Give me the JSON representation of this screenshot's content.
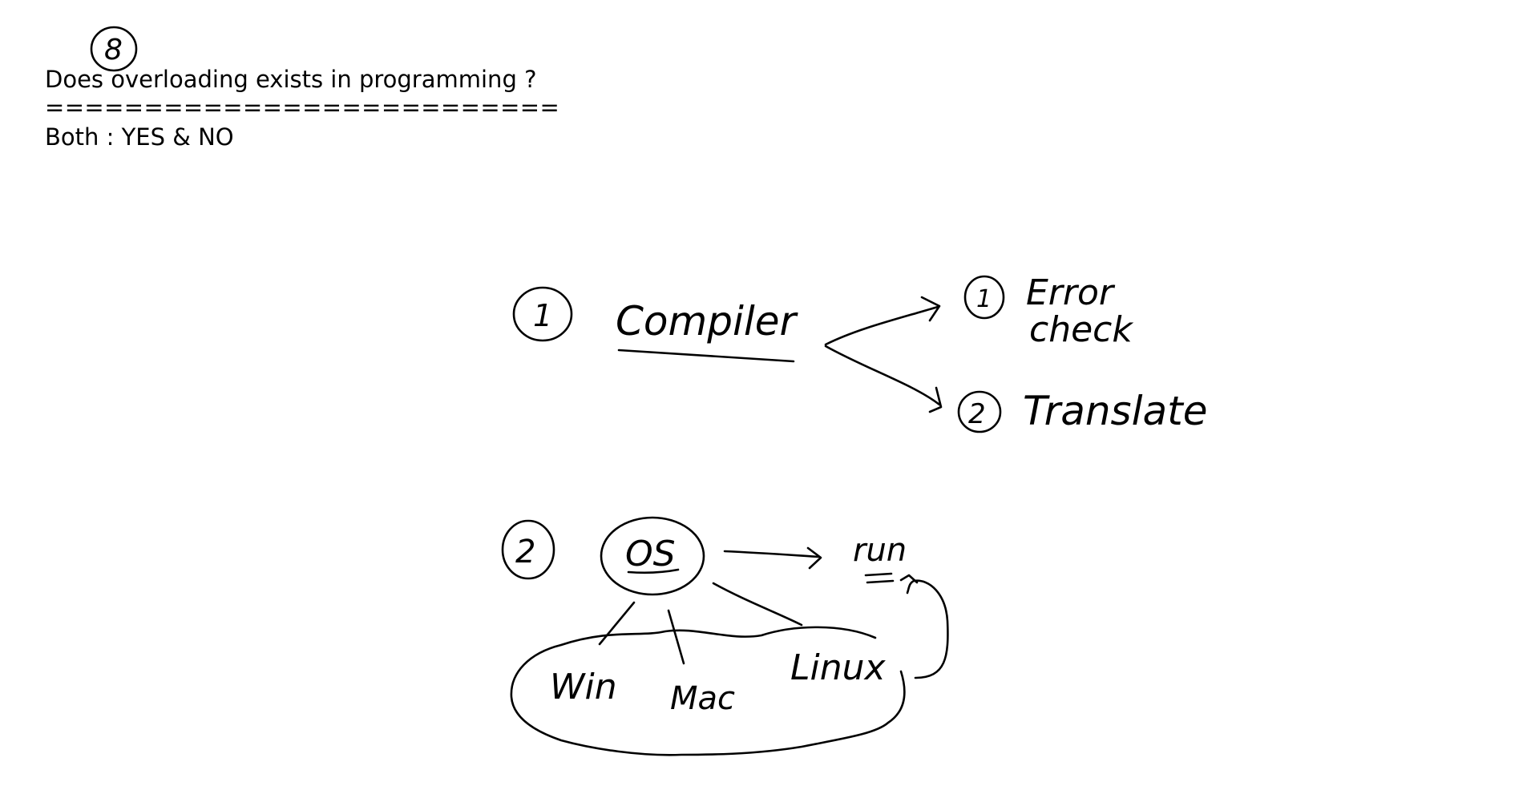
{
  "question": {
    "title": "Does overloading exists in programming ?",
    "rule": "==========================",
    "answer": "Both : YES & NO"
  },
  "ink_labels": {
    "question_number": "8",
    "point_1_number": "1",
    "point_1_label": "Compiler",
    "branch_1_number": "1",
    "branch_1_label_line1": "Error",
    "branch_1_label_line2": "check",
    "branch_2_number": "2",
    "branch_2_label": "Translate",
    "point_2_number": "2",
    "point_2_label": "OS",
    "run_label": "run",
    "os_win": "Win",
    "os_mac": "Mac",
    "os_linux": "Linux"
  },
  "colors": {
    "ink": "#000000",
    "background": "#ffffff"
  }
}
